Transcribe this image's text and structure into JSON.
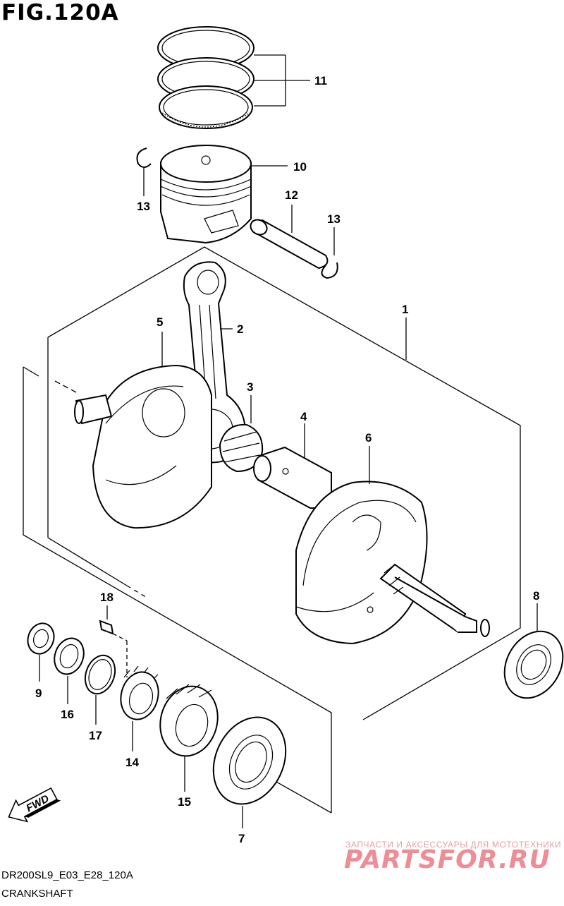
{
  "figure": {
    "title": "FIG.120A",
    "code": "DR200SL9_E03_E28_120A",
    "name": "CRANKSHAFT"
  },
  "callouts": [
    {
      "id": "11",
      "label": "11"
    },
    {
      "id": "10",
      "label": "10"
    },
    {
      "id": "13a",
      "label": "13"
    },
    {
      "id": "12",
      "label": "12"
    },
    {
      "id": "13b",
      "label": "13"
    },
    {
      "id": "1",
      "label": "1"
    },
    {
      "id": "2",
      "label": "2"
    },
    {
      "id": "5",
      "label": "5"
    },
    {
      "id": "3",
      "label": "3"
    },
    {
      "id": "4",
      "label": "4"
    },
    {
      "id": "6",
      "label": "6"
    },
    {
      "id": "8",
      "label": "8"
    },
    {
      "id": "18",
      "label": "18"
    },
    {
      "id": "9",
      "label": "9"
    },
    {
      "id": "16",
      "label": "16"
    },
    {
      "id": "17",
      "label": "17"
    },
    {
      "id": "14",
      "label": "14"
    },
    {
      "id": "15",
      "label": "15"
    },
    {
      "id": "7",
      "label": "7"
    }
  ],
  "direction_arrow": {
    "label": "FWD"
  },
  "watermark": {
    "tagline": "ЗАПЧАСТИ И АКСЕССУАРЫ ДЛЯ МОТОТЕХНИКИ",
    "brand": "PARTSFOR.RU",
    "color": "#ee8d95"
  }
}
